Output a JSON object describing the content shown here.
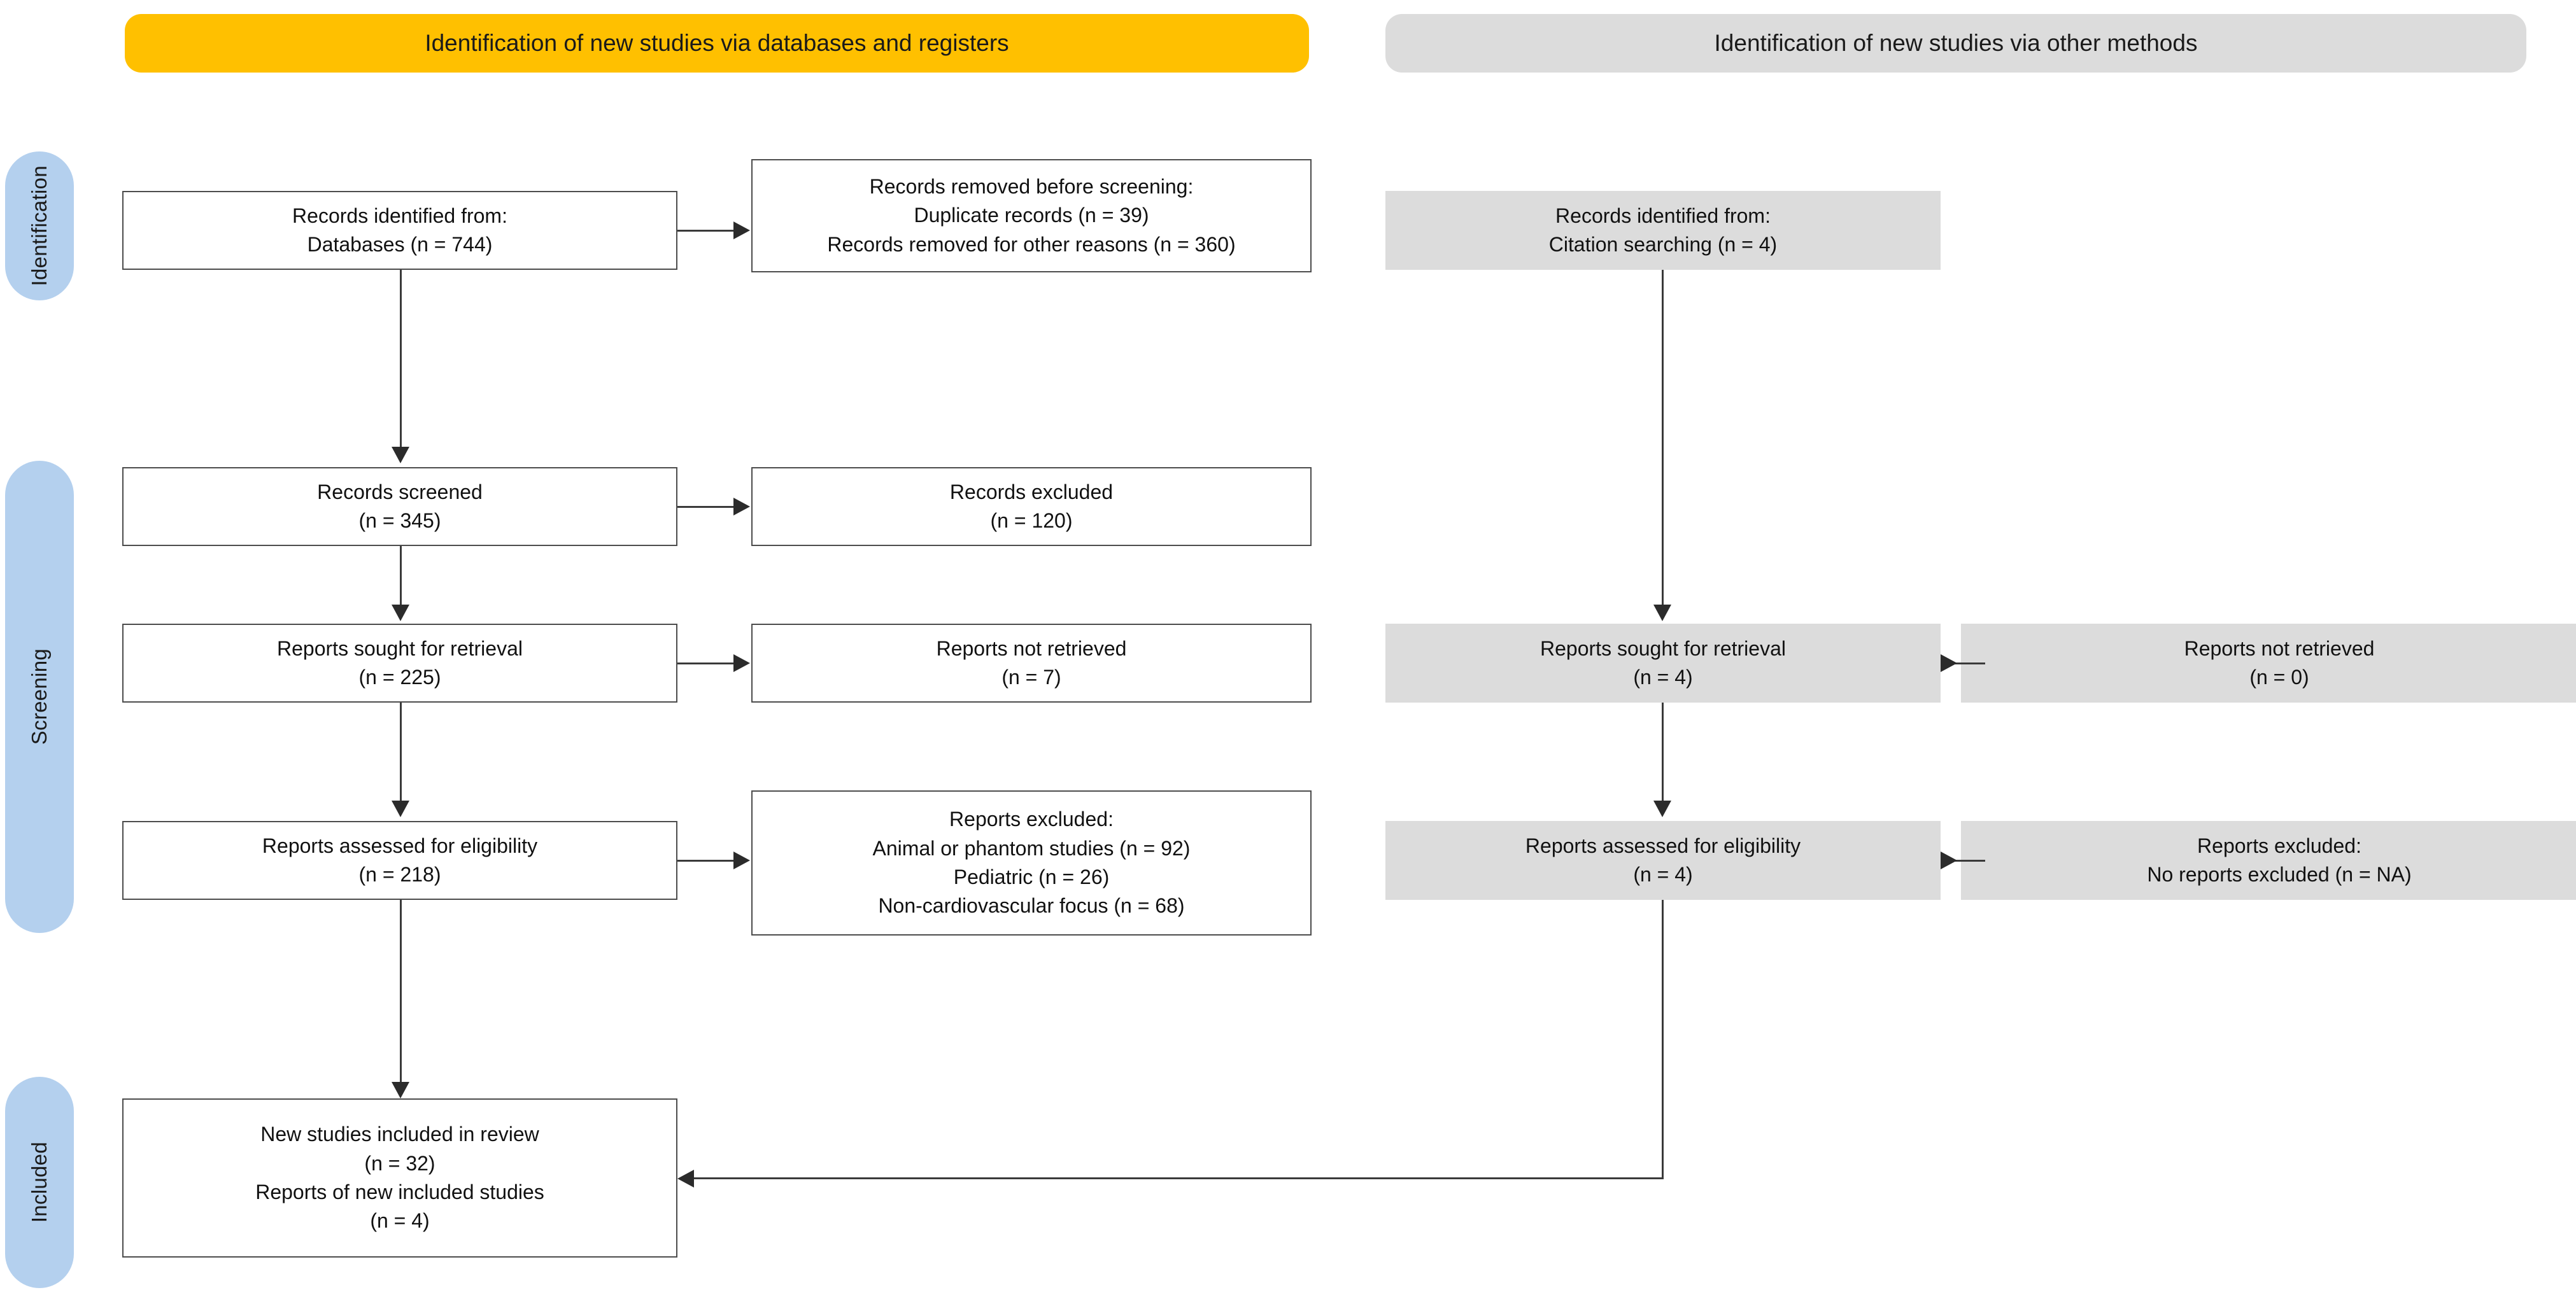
{
  "diagram": {
    "type": "PRISMA 2020 flow diagram",
    "colors": {
      "banner_databases": "#FFC000",
      "banner_other": "#DCDCDC",
      "stage_pill": "#B4D0EE",
      "box_other_methods_fill": "#DCDCDC",
      "box_databases_fill": "#FFFFFF",
      "box_border": "#4C4C4C",
      "connector": "#3A3A3A"
    }
  },
  "banners": {
    "databases": "Identification of new studies via databases and registers",
    "other_methods": "Identification of new studies via other methods"
  },
  "stages": [
    {
      "key": "identification",
      "label": "Identification"
    },
    {
      "key": "screening",
      "label": "Screening"
    },
    {
      "key": "included",
      "label": "Included"
    }
  ],
  "databases_column": {
    "identified": {
      "lines": [
        "Records identified from:",
        "Databases (n = 744)"
      ]
    },
    "removed_before_screening": {
      "lines": [
        "Records removed before screening:",
        "Duplicate records (n = 39)",
        "Records removed for other reasons (n = 360)"
      ]
    },
    "records_screened": {
      "lines": [
        "Records screened",
        "(n = 345)"
      ]
    },
    "records_excluded": {
      "lines": [
        "Records excluded",
        "(n = 120)"
      ]
    },
    "reports_sought": {
      "lines": [
        "Reports sought for retrieval",
        "(n = 225)"
      ]
    },
    "reports_not_retrieved": {
      "lines": [
        "Reports not retrieved",
        "(n = 7)"
      ]
    },
    "reports_assessed": {
      "lines": [
        "Reports assessed for eligibility",
        "(n = 218)"
      ]
    },
    "reports_excluded": {
      "lines": [
        "Reports excluded:",
        "Animal or phantom studies (n = 92)",
        "Pediatric (n = 26)",
        "Non-cardiovascular focus (n = 68)"
      ]
    }
  },
  "other_methods_column": {
    "identified": {
      "lines": [
        "Records identified from:",
        "Citation searching (n = 4)"
      ]
    },
    "reports_sought": {
      "lines": [
        "Reports sought for retrieval",
        "(n = 4)"
      ]
    },
    "reports_not_retrieved": {
      "lines": [
        "Reports not retrieved",
        "(n = 0)"
      ]
    },
    "reports_assessed": {
      "lines": [
        "Reports assessed for eligibility",
        "(n = 4)"
      ]
    },
    "reports_excluded": {
      "lines": [
        "Reports excluded:",
        "No reports excluded (n = NA)"
      ]
    }
  },
  "included_box": {
    "lines": [
      "New studies included in review",
      "(n = 32)",
      "Reports of new included studies",
      "(n = 4)"
    ]
  },
  "counts": {
    "databases_identified": 744,
    "duplicate_records_removed": 39,
    "other_reasons_removed": 360,
    "records_screened": 345,
    "records_excluded": 120,
    "reports_sought": 225,
    "reports_not_retrieved": 7,
    "reports_assessed": 218,
    "excluded_animal_or_phantom": 92,
    "excluded_pediatric": 26,
    "excluded_non_cardiovascular": 68,
    "citation_searching_identified": 4,
    "other_reports_sought": 4,
    "other_reports_not_retrieved": 0,
    "other_reports_assessed": 4,
    "other_reports_excluded": "NA",
    "new_studies_included": 32,
    "reports_of_new_included_studies": 4
  }
}
